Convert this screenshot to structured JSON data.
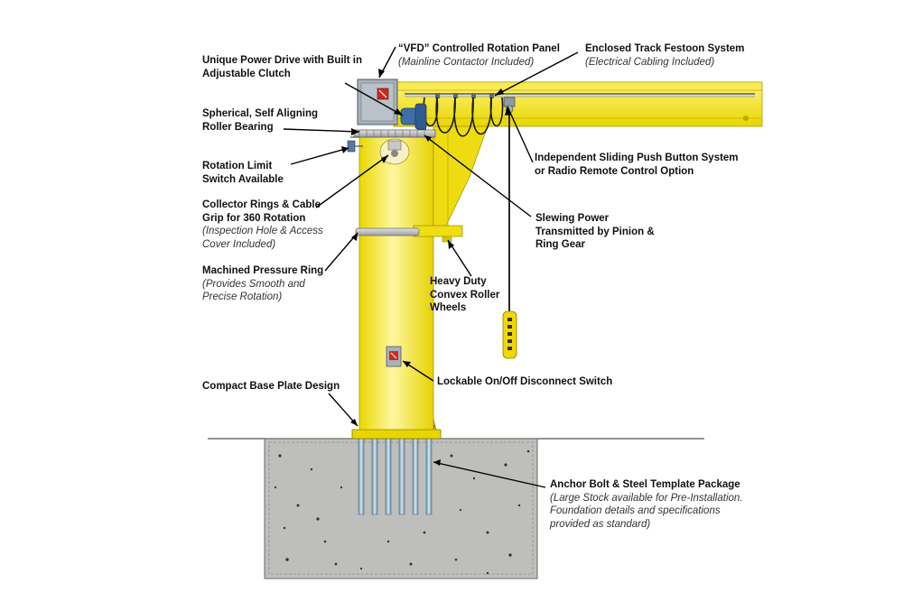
{
  "colors": {
    "crane_yellow": "#F5E620",
    "crane_yellow_dark": "#D9C400",
    "concrete": "#BFBFBC",
    "motor_blue": "#3D6FA8",
    "panel_gray": "#A9B3BC",
    "callout_line": "#000000"
  },
  "labels": {
    "power_drive": {
      "title": "Unique Power Drive with Built in\nAdjustable Clutch"
    },
    "vfd_panel": {
      "title": "“VFD” Controlled Rotation Panel",
      "subtitle": "(Mainline Contactor Included)"
    },
    "festoon": {
      "title": "Enclosed Track Festoon System",
      "subtitle": "(Electrical Cabling Included)"
    },
    "bearing": {
      "title": "Spherical, Self Aligning\nRoller Bearing"
    },
    "push_button": {
      "title": "Independent Sliding Push Button System\nor Radio Remote Control Option"
    },
    "limit_switch": {
      "title": "Rotation Limit\nSwitch Available"
    },
    "collector_rings": {
      "title": "Collector Rings & Cable\nGrip for 360 Rotation",
      "subtitle": "(Inspection Hole & Access\nCover Included)"
    },
    "slewing_power": {
      "title": "Slewing Power\nTransmitted by Pinion &\nRing Gear"
    },
    "pressure_ring": {
      "title": "Machined Pressure Ring",
      "subtitle": "(Provides Smooth and\nPrecise Rotation)"
    },
    "roller_wheels": {
      "title": "Heavy Duty\nConvex Roller\nWheels"
    },
    "disconnect_switch": {
      "title": "Lockable On/Off Disconnect Switch"
    },
    "base_plate": {
      "title": "Compact Base Plate Design"
    },
    "anchor_bolt": {
      "title": "Anchor Bolt & Steel Template Package",
      "subtitle": "(Large Stock available for Pre-Installation.\nFoundation details and specifications\nprovided as standard)"
    }
  }
}
